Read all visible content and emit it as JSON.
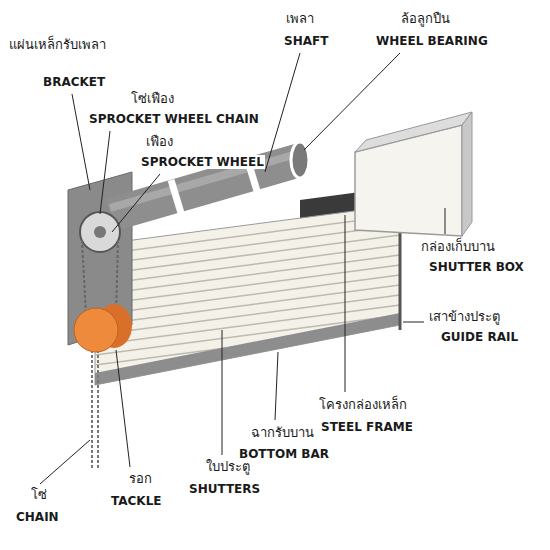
{
  "diagram": {
    "labels": [
      "แผ่นเหล็กรับเพลา",
      "BRACKET",
      "โซ่เฟือง",
      "SPROCKET WHEEL CHAIN",
      "เฟือง",
      "SPROCKET WHEEL",
      "เพลา",
      "SHAFT",
      "ล้อลูกปืน",
      "WHEEL BEARING",
      "กล่องเก็บบาน",
      "SHUTTER BOX",
      "เสาข้างประตู",
      "GUIDE RAIL",
      "โครงกล่องเหล็ก",
      "STEEL FRAME",
      "ฉากรับบาน",
      "BOTTOM BAR",
      "ใบประตู",
      "SHUTTERS",
      "รอก",
      "TACKLE",
      "โซ่",
      "CHAIN"
    ]
  }
}
